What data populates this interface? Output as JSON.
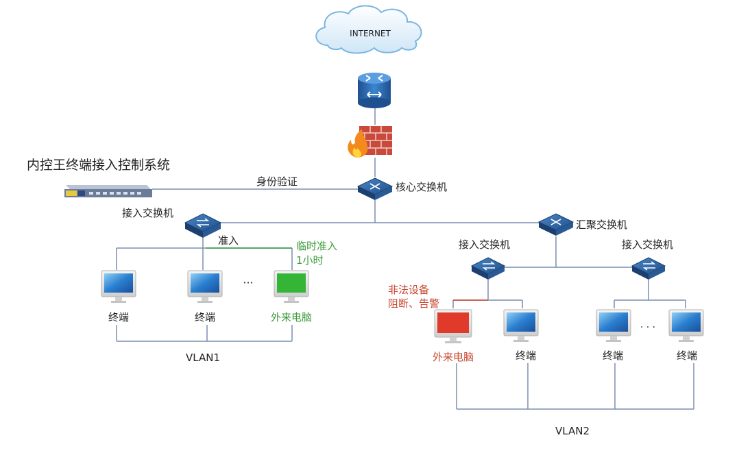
{
  "labels": {
    "internet": "INTERNET",
    "system_title": "内控王终端接入控制系统",
    "auth_label": "身份验证",
    "core_switch": "核心交换机",
    "access_switch_left": "接入交换机",
    "admit_label": "准入",
    "temp_admit_line1": "临时准入",
    "temp_admit_line2": "1小时",
    "terminal": "终端",
    "ellipsis_left": "···",
    "visitor_pc": "外来电脑",
    "vlan1": "VLAN1",
    "aggregation_switch": "汇聚交换机",
    "access_switch_mid": "接入交换机",
    "access_switch_right": "接入交换机",
    "illegal_line1": "非法设备",
    "illegal_line2": "阻断、告警",
    "ellipsis_right": "· · ·",
    "vlan2": "VLAN2"
  },
  "colors": {
    "line": "#7a8db0",
    "text": "#222222",
    "green_text": "#3a9a3a",
    "red_text": "#c7462e",
    "green_screen": "#35b535",
    "red_screen": "#e03a2a",
    "blue_screen": "#2f7fd0",
    "router": "#2b6cb0",
    "firewall": "#c94a3a"
  }
}
